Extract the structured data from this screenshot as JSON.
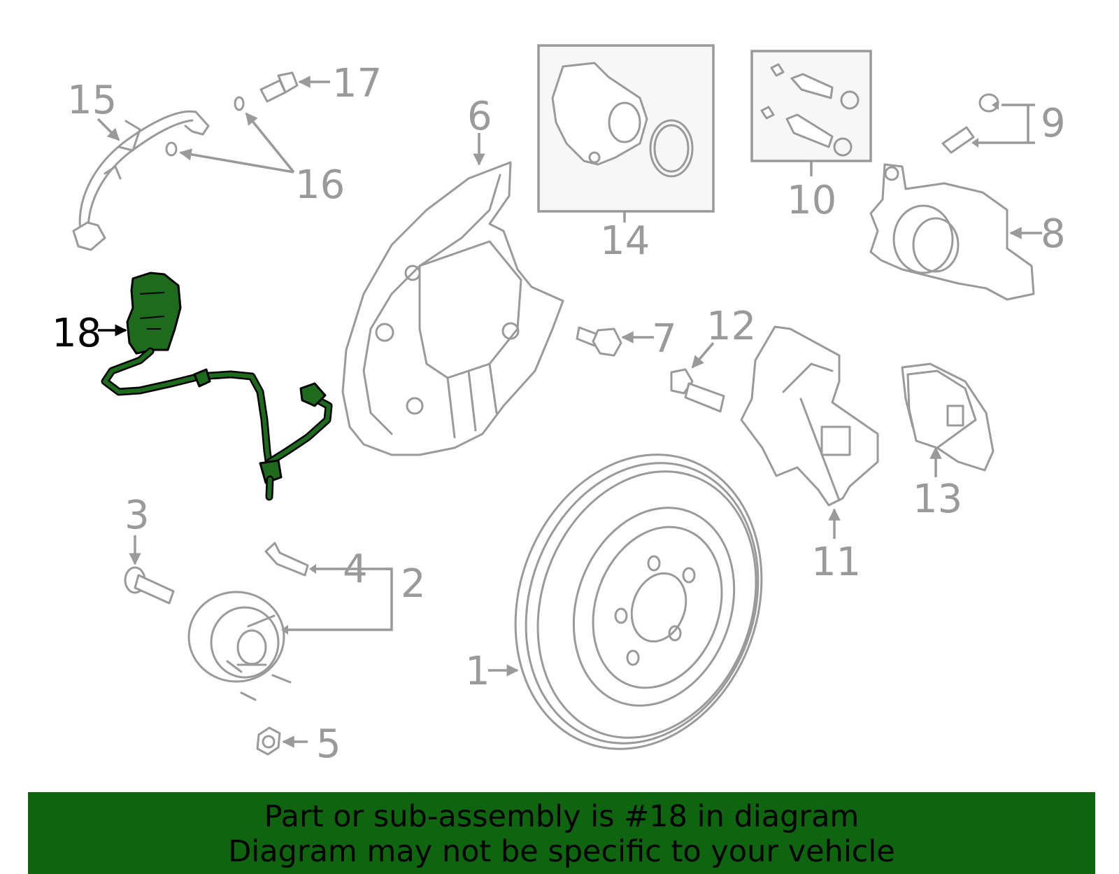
{
  "diagram": {
    "highlighted_part": "18",
    "callouts": [
      "1",
      "2",
      "3",
      "4",
      "5",
      "6",
      "7",
      "8",
      "9",
      "10",
      "11",
      "12",
      "13",
      "14",
      "15",
      "16",
      "17",
      "18"
    ],
    "colors": {
      "part_stroke": "#9a9a9a",
      "highlight": "#1e6b1e",
      "banner": "#0f650f"
    }
  },
  "banner": {
    "line1": "Part or sub-assembly is #18 in diagram",
    "line2": "Diagram may not be specific to your vehicle"
  }
}
